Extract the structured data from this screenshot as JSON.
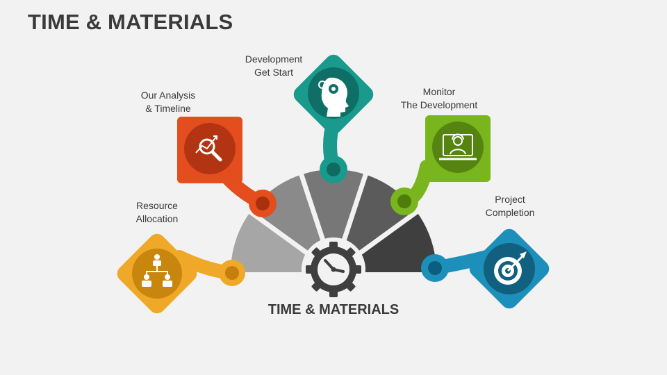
{
  "title": "TIME & MATERIALS",
  "center_title": "TIME & MATERIALS",
  "steps": [
    {
      "line1": "Resource",
      "line2": "Allocation",
      "icon": "org-chart-icon",
      "color": "#f0a828"
    },
    {
      "line1": "Our Analysis",
      "line2": "& Timeline",
      "icon": "analysis-magnifier-icon",
      "color": "#e44d1e"
    },
    {
      "line1": "Development",
      "line2": "Get Start",
      "icon": "head-gears-icon",
      "color": "#1a9a8d"
    },
    {
      "line1": "Monitor",
      "line2": "The Development",
      "icon": "monitor-person-icon",
      "color": "#79b51d"
    },
    {
      "line1": "Project",
      "line2": "Completion",
      "icon": "target-icon",
      "color": "#1c8fba"
    }
  ],
  "center_icon": "clock-gear-icon",
  "arc_colors": [
    "#a6a6a6",
    "#8a8a8a",
    "#777777",
    "#5b5b5b",
    "#3f3f3f"
  ]
}
